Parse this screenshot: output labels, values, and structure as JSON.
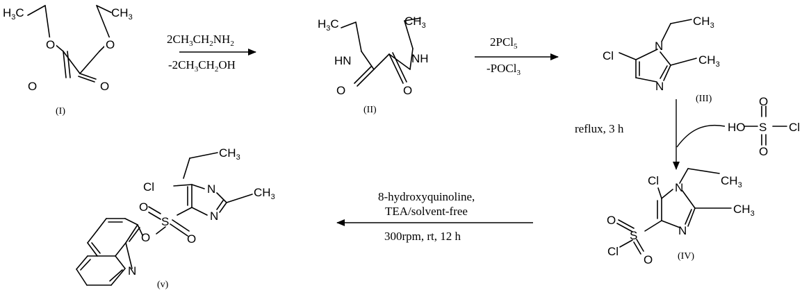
{
  "compounds": {
    "I": {
      "label": "(I)",
      "atoms": {
        "ch3_left": "H3C",
        "ch3_right": "CH3",
        "o_left": "O",
        "o_right": "O",
        "o_carbonyl_left": "O",
        "o_carbonyl_right": "O"
      }
    },
    "II": {
      "label": "(II)",
      "atoms": {
        "ch3_left": "H3C",
        "ch3_right": "CH3",
        "nh_left": "HN",
        "nh_right": "NH",
        "o_carbonyl_left": "O",
        "o_carbonyl_right": "O"
      }
    },
    "III": {
      "label": "(III)",
      "atoms": {
        "cl": "Cl",
        "n1": "N",
        "n3": "N",
        "ch3_ethyl": "CH3",
        "ch3_methyl": "CH3"
      }
    },
    "IV": {
      "label": "(IV)",
      "atoms": {
        "cl_ring": "Cl",
        "n1": "N",
        "n3": "N",
        "ch3_ethyl": "CH3",
        "ch3_methyl": "CH3",
        "s": "S",
        "o_up": "O",
        "o_down": "O",
        "cl_sulfonyl": "Cl"
      }
    },
    "V": {
      "label": "(v)",
      "atoms": {
        "cl_ring": "Cl",
        "n1": "N",
        "n3": "N",
        "ch3_ethyl": "CH3",
        "ch3_methyl": "CH3",
        "s": "S",
        "o_left": "O",
        "o_right": "O",
        "o_ester": "O",
        "n_quinoline": "N"
      }
    }
  },
  "chlorosulfonic_acid": {
    "ho": "HO",
    "s": "S",
    "o_top": "O",
    "o_bottom": "O",
    "cl": "Cl"
  },
  "reactions": {
    "step1": {
      "reagent_above": "2CH3CH2NH2",
      "reagent_below": "-2CH3CH2OH"
    },
    "step2": {
      "reagent_above": "2PCl5",
      "reagent_below": "-POCl3"
    },
    "step3": {
      "condition": "reflux, 3 h"
    },
    "step4": {
      "line1": "8-hydroxyquinoline,",
      "line2": "TEA/solvent-free",
      "line3": "300rpm, rt, 12 h"
    }
  }
}
